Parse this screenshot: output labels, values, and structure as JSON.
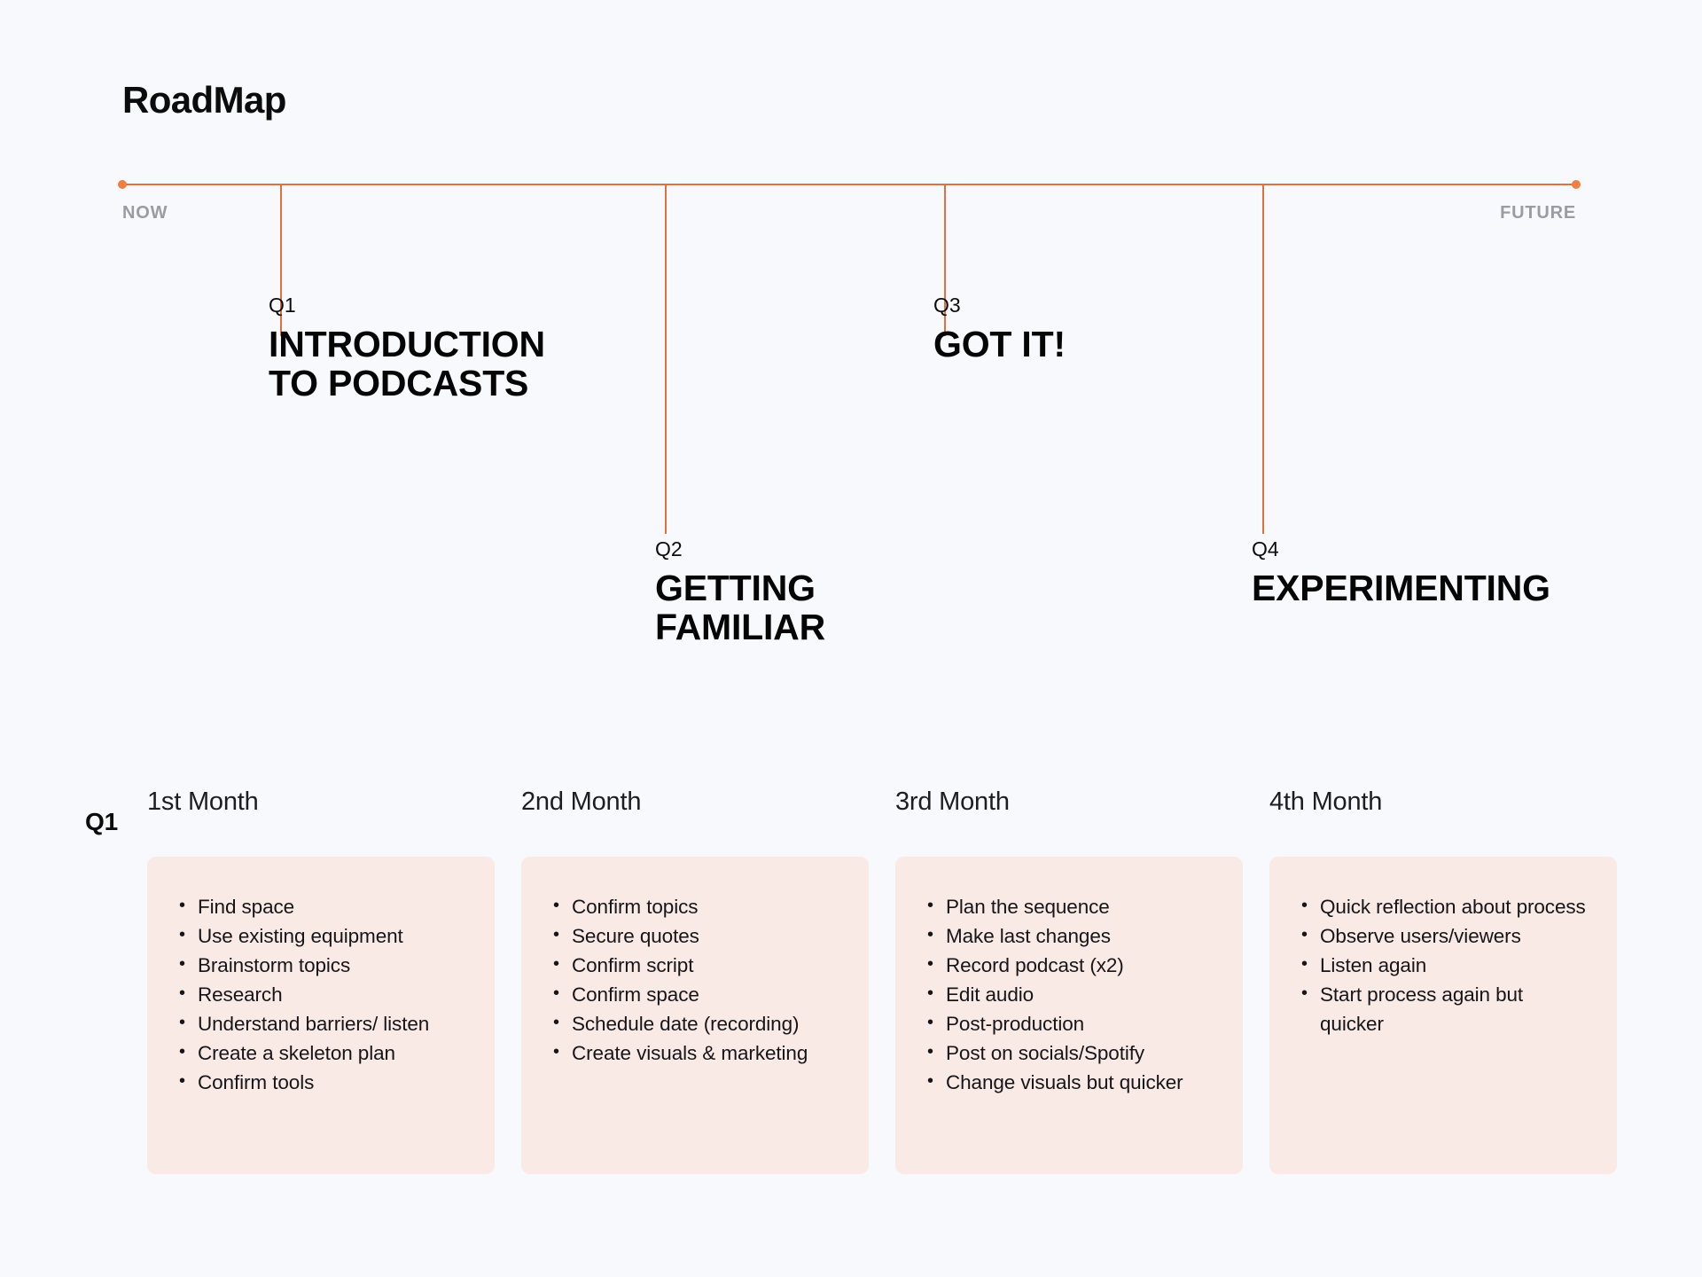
{
  "title": "RoadMap",
  "colors": {
    "background": "#f8f9fc",
    "accent": "#e2703a",
    "dot": "#ef7f43",
    "card_bg": "#faeae5",
    "muted_text": "#9b9ba3",
    "text": "#0c0c0c"
  },
  "timeline": {
    "start_label": "NOW",
    "end_label": "FUTURE",
    "milestones": [
      {
        "id": "Q1",
        "label": "Q1",
        "title": "INTRODUCTION\nTO PODCASTS",
        "position": "above"
      },
      {
        "id": "Q2",
        "label": "Q2",
        "title": "GETTING\nFAMILIAR",
        "position": "below"
      },
      {
        "id": "Q3",
        "label": "Q3",
        "title": "GOT IT!",
        "position": "above"
      },
      {
        "id": "Q4",
        "label": "Q4",
        "title": "EXPERIMENTING",
        "position": "below"
      }
    ]
  },
  "breakdown": {
    "quarter_badge": "Q1",
    "columns": [
      {
        "heading": "1st Month",
        "items": [
          "Find space",
          "Use existing equipment",
          "Brainstorm topics",
          "Research",
          "Understand barriers/ listen",
          "Create a skeleton plan",
          "Confirm tools"
        ]
      },
      {
        "heading": "2nd Month",
        "items": [
          "Confirm topics",
          "Secure quotes",
          "Confirm script",
          "Confirm space",
          "Schedule date (recording)",
          "Create visuals & marketing"
        ]
      },
      {
        "heading": "3rd Month",
        "items": [
          "Plan the sequence",
          "Make last changes",
          "Record podcast (x2)",
          "Edit audio",
          "Post-production",
          "Post on socials/Spotify",
          "Change visuals but quicker"
        ]
      },
      {
        "heading": "4th Month",
        "items": [
          "Quick reflection about process",
          "Observe users/viewers",
          "Listen again",
          "Start process again but quicker"
        ]
      }
    ]
  }
}
